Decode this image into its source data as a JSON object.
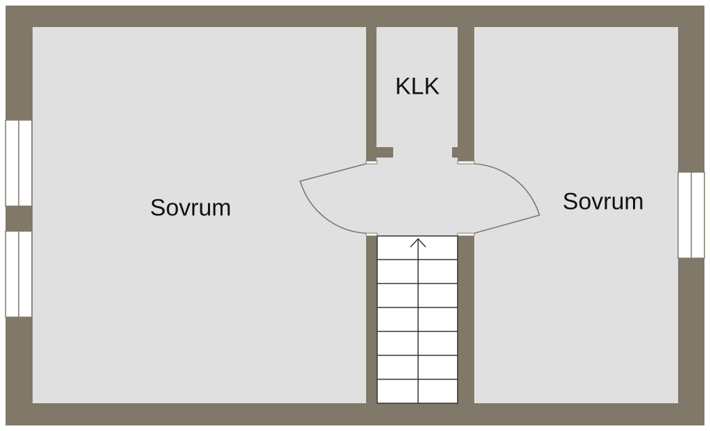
{
  "colors": {
    "wall": "#807868",
    "floor": "#e0e0e0",
    "window": "#ffffff",
    "line": "#333333",
    "door_swing": "#807868"
  },
  "rooms": {
    "left": {
      "label": "Sovrum"
    },
    "closet": {
      "label": "KLK"
    },
    "right": {
      "label": "Sovrum"
    }
  },
  "stair": {
    "steps": 7,
    "direction": "up"
  }
}
